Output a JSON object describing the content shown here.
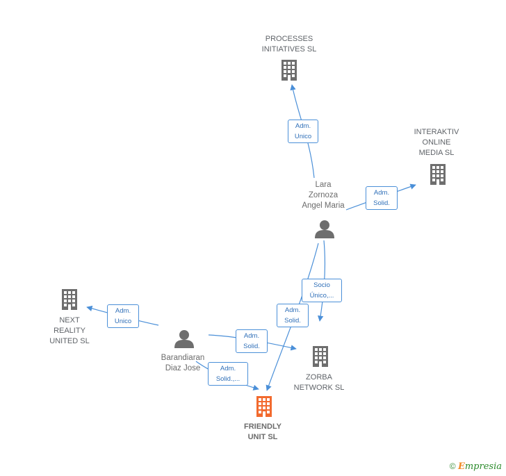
{
  "nodes": {
    "processes": {
      "name": "PROCESSES\nINITIATIVES SL",
      "type": "company"
    },
    "interaktiv": {
      "name": "INTERAKTIV\nONLINE\nMEDIA SL",
      "type": "company"
    },
    "lara": {
      "name": "Lara\nZornoza\nAngel Maria",
      "type": "person"
    },
    "next": {
      "name": "NEXT\nREALITY\nUNITED SL",
      "type": "company"
    },
    "barandiaran": {
      "name": "Barandiaran\nDiaz Jose",
      "type": "person"
    },
    "zorba": {
      "name": "ZORBA\nNETWORK SL",
      "type": "company"
    },
    "friendly": {
      "name": "FRIENDLY\nUNIT SL",
      "type": "company-focus"
    }
  },
  "edges": {
    "lara_processes": "Adm.\nUnico",
    "lara_interaktiv": "Adm.\nSolid.",
    "lara_zorba": "Socio\nÚnico,...",
    "lara_friendly": "Adm.\nSolid.",
    "barandiaran_next": "Adm.\nUnico",
    "barandiaran_zorba": "Adm.\nSolid.",
    "barandiaran_friendly": "Adm.\nSolid.,..."
  },
  "colors": {
    "company_icon": "#6e6e6e",
    "focus_icon": "#f26a2e",
    "person_icon": "#6e6e6e",
    "edge": "#4a8fd8"
  },
  "footer": {
    "copyright": "©",
    "brand_initial": "E",
    "brand_rest": "mpresia"
  }
}
